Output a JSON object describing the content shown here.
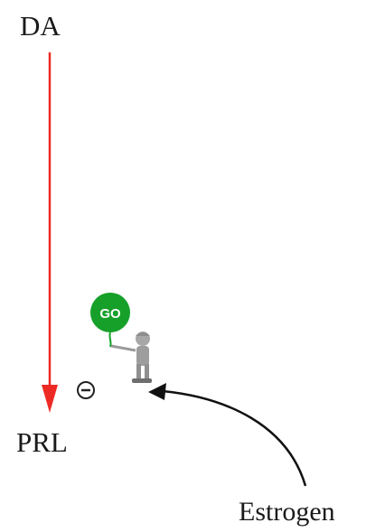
{
  "labels": {
    "top": "DA",
    "bottom": "PRL",
    "source": "Estrogen"
  },
  "balloon_text": "GO",
  "inhibition_symbol": "−",
  "colors": {
    "inhibit_arrow": "#ee2a24",
    "stimulate_arrow": "#111111",
    "balloon": "#16a02a",
    "figure": "#9a9a9a"
  },
  "icons": [
    "inhibit-circle-icon",
    "go-balloon-icon",
    "person-figure-icon"
  ]
}
